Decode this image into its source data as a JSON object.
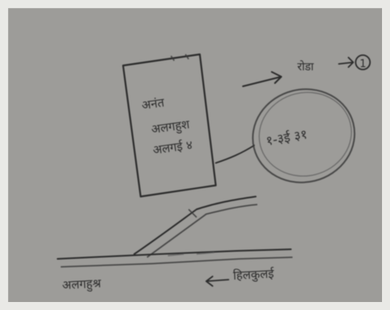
{
  "sketch": {
    "box_lines": [
      "अनंत",
      "अलगहुश",
      "अलगई ४"
    ],
    "oval_text": "१-३ई ३१",
    "top_right_label": "रोडा",
    "circled_number": "1",
    "bottom_left_label": "अलगहुश्र",
    "bottom_right_label": "हिलकुलई"
  }
}
